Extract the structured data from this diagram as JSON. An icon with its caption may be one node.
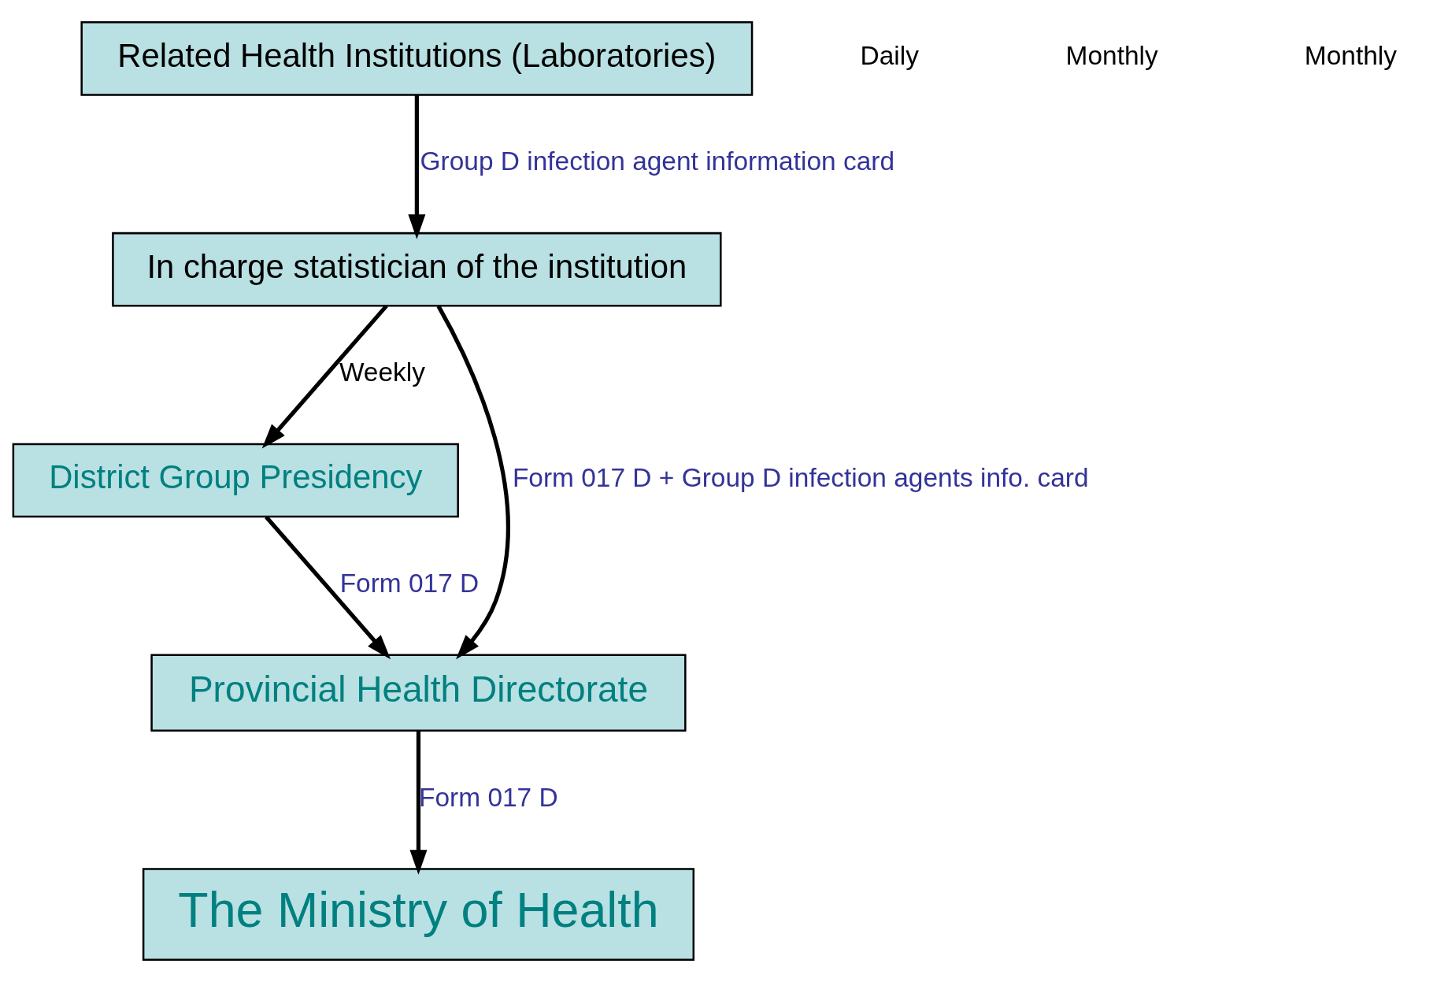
{
  "diagram": {
    "nodes": [
      {
        "text": [
          "Related Health Institutions (Laboratories)"
        ]
      },
      {
        "text": [
          "In charge statistician of the institution"
        ]
      },
      {
        "text": [
          "District Group Presidency"
        ]
      },
      {
        "text": [
          "Provincial Health Directorate"
        ]
      },
      {
        "text": [
          "The Ministry of Health"
        ]
      }
    ],
    "edges": [
      {
        "from": 0,
        "to": 1,
        "arrow": "to",
        "label": "Group D infection agent information card"
      },
      {
        "from": 1,
        "to": 3,
        "arrow": "to",
        "label": "Form 017 D + Group D infection agents info. card"
      },
      {
        "from": 1,
        "to": 2,
        "arrow": "to",
        "label": "Weekly"
      },
      {
        "from": 2,
        "to": 3,
        "arrow": "to",
        "label": "Form 017 D"
      },
      {
        "from": 3,
        "to": 4,
        "arrow": "to",
        "label": "Form 017 D"
      }
    ],
    "labels": [
      "Daily",
      "Monthly",
      "Monthly"
    ]
  }
}
